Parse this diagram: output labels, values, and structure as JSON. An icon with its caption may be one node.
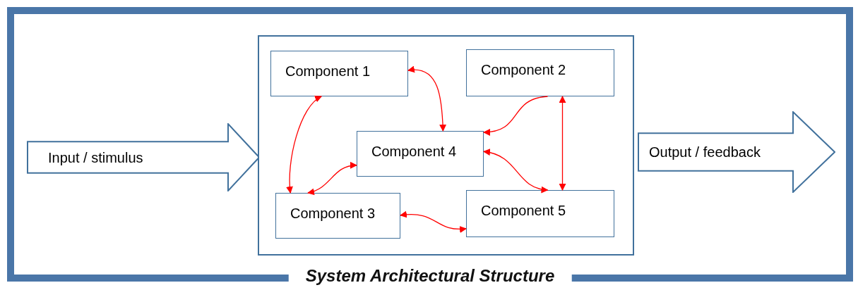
{
  "diagram": {
    "nodes": [
      {
        "text": [
          "System Architectural Structure"
        ]
      },
      {
        "text": [
          "Input / stimulus"
        ],
        "in": 0
      },
      {
        "text": [],
        "shape": "box",
        "in": 0
      },
      {
        "text": [
          "Component 1"
        ],
        "in": 2
      },
      {
        "text": [
          "Component 2"
        ],
        "in": 2
      },
      {
        "text": [
          "Component 4"
        ],
        "in": 2
      },
      {
        "text": [
          "Component 3"
        ],
        "in": 2
      },
      {
        "text": [
          "Component 5"
        ],
        "in": 2
      },
      {
        "text": [
          "Output / feedback"
        ],
        "in": 0
      }
    ],
    "edges": [
      {
        "from": 3,
        "to": 5,
        "arrow": "both",
        "color": "#ff0000"
      },
      {
        "from": 3,
        "to": 6,
        "arrow": "both",
        "color": "#ff0000"
      },
      {
        "from": 4,
        "to": 5,
        "arrow": "to",
        "color": "#ff0000"
      },
      {
        "from": 4,
        "to": 7,
        "arrow": "both",
        "color": "#ff0000"
      },
      {
        "from": 5,
        "to": 6,
        "arrow": "both",
        "color": "#ff0000"
      },
      {
        "from": 5,
        "to": 7,
        "arrow": "both",
        "color": "#ff0000"
      },
      {
        "from": 6,
        "to": 7,
        "arrow": "both",
        "color": "#ff0000"
      }
    ]
  }
}
